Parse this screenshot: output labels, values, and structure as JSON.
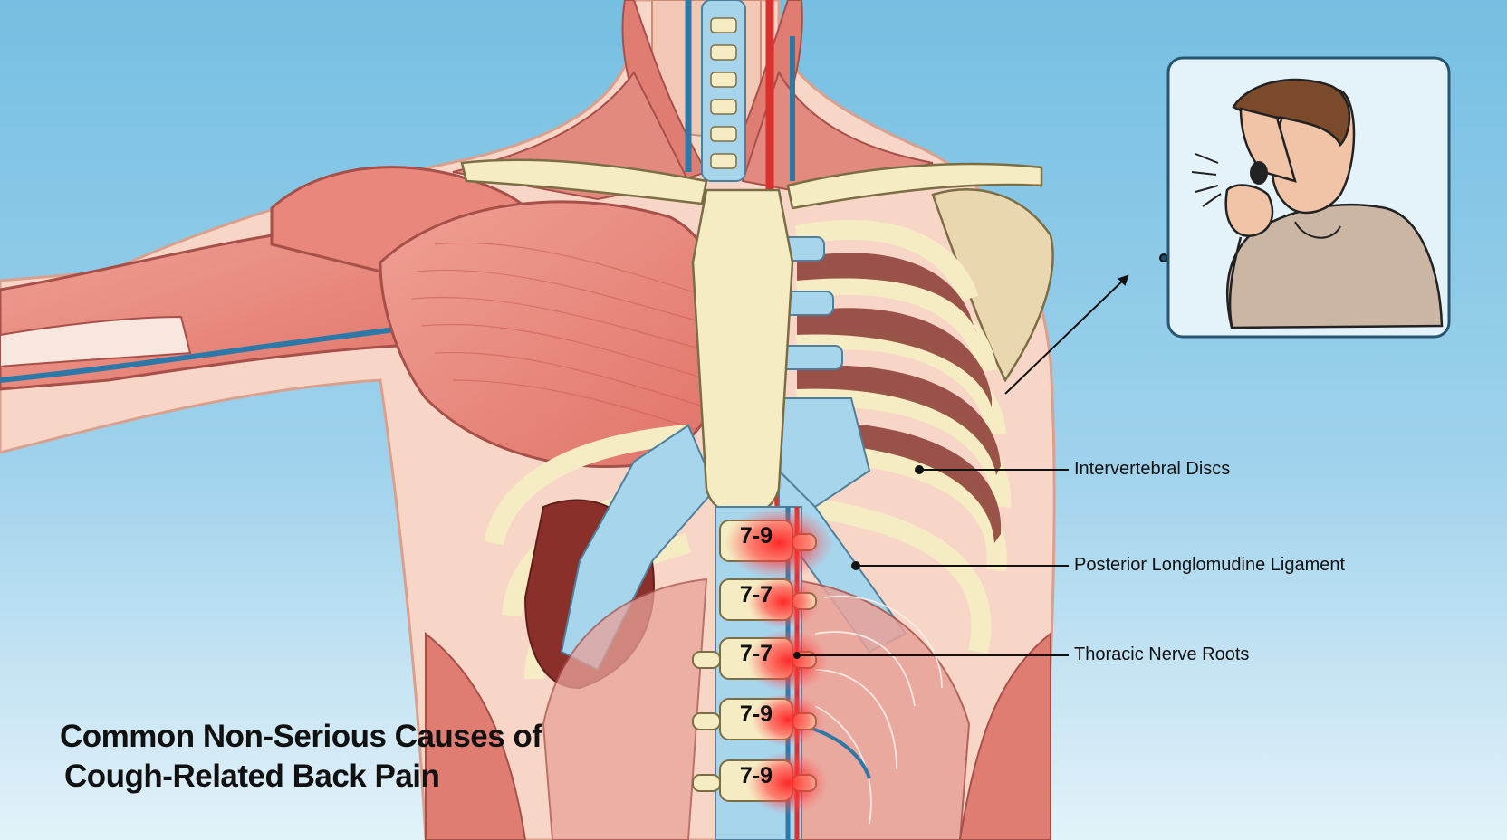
{
  "title": {
    "line1": "Common Non-Serious Causes of",
    "line2": "Cough-Related Back Pain"
  },
  "callouts": [
    {
      "label": "Intervertebral Discs"
    },
    {
      "label": "Posterior Longlomudine Ligament"
    },
    {
      "label": "Thoracic Nerve Roots"
    }
  ],
  "vertebra_labels": [
    "7-9",
    "7-7",
    "7-7",
    "7-9",
    "7-9"
  ],
  "inset": {
    "icon": "coughing-person-icon"
  },
  "colors": {
    "background_top": "#79c1e3",
    "background_bottom": "#dff0f8",
    "skin": "#f6d9cc",
    "muscle": "#e8857c",
    "bone": "#f5ecc4",
    "cartilage": "#a7d5ec",
    "pain_highlight": "#ff2a2a",
    "artery": "#d9312e"
  }
}
